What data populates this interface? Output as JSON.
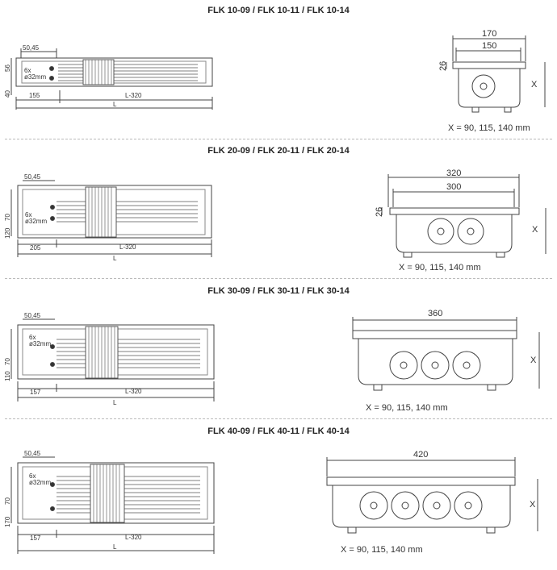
{
  "sections": [
    {
      "title": "FLK 10-09 / FLK 10-11 / FLK 10-14",
      "fans": 1,
      "side": {
        "top_offset": "50,45",
        "pipes": "6x",
        "pipe_dia": "ø32mm",
        "height_a": "56",
        "height_b": "40",
        "left_len": "155",
        "mid_len": "L-320",
        "total_len": "L"
      },
      "front": {
        "outer_width": "170",
        "inner_width": "150",
        "top_height": "26",
        "height_label": "X",
        "x_values": "X = 90, 115, 140 mm"
      }
    },
    {
      "title": "FLK 20-09 / FLK 20-11 / FLK 20-14",
      "fans": 2,
      "side": {
        "top_offset": "50,45",
        "pipes": "6x",
        "pipe_dia": "ø32mm",
        "height_a": "70",
        "height_b": "120",
        "left_len": "205",
        "mid_len": "L-320",
        "total_len": "L"
      },
      "front": {
        "outer_width": "320",
        "inner_width": "300",
        "top_height": "26",
        "height_label": "X",
        "x_values": "X = 90, 115, 140 mm"
      }
    },
    {
      "title": "FLK 30-09 / FLK 30-11 / FLK 30-14",
      "fans": 3,
      "side": {
        "top_offset": "50,45",
        "pipes": "6x",
        "pipe_dia": "ø32mm",
        "height_a": "70",
        "height_b": "110",
        "left_len": "157",
        "mid_len": "L-320",
        "total_len": "L"
      },
      "front": {
        "outer_width": "360",
        "inner_width": "",
        "top_height": "",
        "height_label": "X",
        "x_values": "X = 90, 115, 140 mm"
      }
    },
    {
      "title": "FLK 40-09 / FLK 40-11 / FLK 40-14",
      "fans": 4,
      "side": {
        "top_offset": "50,45",
        "pipes": "6x",
        "pipe_dia": "ø32mm",
        "height_a": "70",
        "height_b": "170",
        "left_len": "157",
        "mid_len": "L-320",
        "total_len": "L"
      },
      "front": {
        "outer_width": "420",
        "inner_width": "",
        "top_height": "",
        "height_label": "X",
        "x_values": "X = 90, 115, 140 mm"
      }
    }
  ],
  "colors": {
    "line": "#444444",
    "separator": "#bbbbbb",
    "text": "#222222"
  }
}
